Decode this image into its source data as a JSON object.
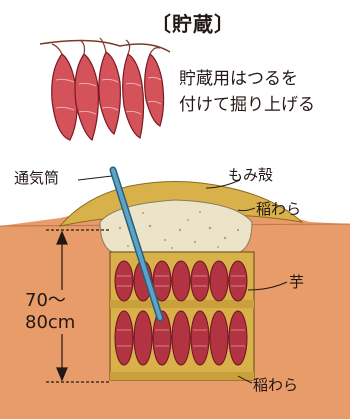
{
  "title": "〔貯蔵〕",
  "note": {
    "line1": "貯蔵用はつるを",
    "line2": "付けて掘り上げる"
  },
  "labels": {
    "pipe": "通気筒",
    "husk": "もみ殻",
    "straw_top": "稲わら",
    "potato": "芋",
    "straw_bottom": "稲わら",
    "depth_line1": "70〜",
    "depth_line2": "80cm"
  },
  "colors": {
    "soil": "#e89c6a",
    "straw": "#d9b14a",
    "husk": "#ece4c9",
    "potato": "#b23442",
    "potato_hanging": "#d4525a",
    "pipe": "#5aa4c8"
  }
}
